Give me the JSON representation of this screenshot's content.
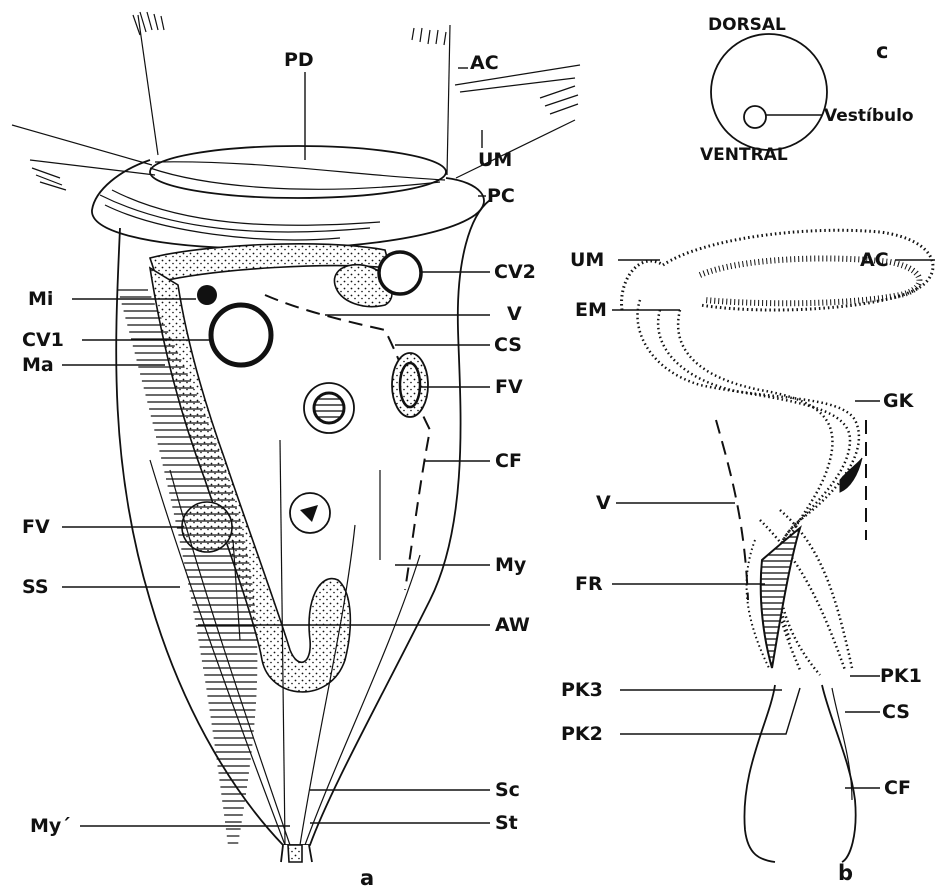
{
  "figure_a": {
    "panel_label": "a",
    "labels": {
      "pd": "PD",
      "ac": "AC",
      "um": "UM",
      "pc": "PC",
      "cv2": "CV2",
      "mi": "Mi",
      "v": "V",
      "cv1": "CV1",
      "cs": "CS",
      "ma": "Ma",
      "fv_right": "FV",
      "cf": "CF",
      "fv_left": "FV",
      "ss": "SS",
      "my": "My",
      "aw": "AW",
      "sc": "Sc",
      "my_prime": "My´",
      "st": "St"
    }
  },
  "figure_b": {
    "panel_label": "b",
    "labels": {
      "um": "UM",
      "ac": "AC",
      "em": "EM",
      "gk": "GK",
      "v": "V",
      "fr": "FR",
      "pk3": "PK3",
      "pk1": "PK1",
      "pk2": "PK2",
      "cs": "CS",
      "cf": "CF"
    }
  },
  "figure_c": {
    "panel_label": "c",
    "labels": {
      "dorsal": "DORSAL",
      "vestibulo": "Vestíbulo",
      "ventral": "VENTRAL"
    }
  }
}
